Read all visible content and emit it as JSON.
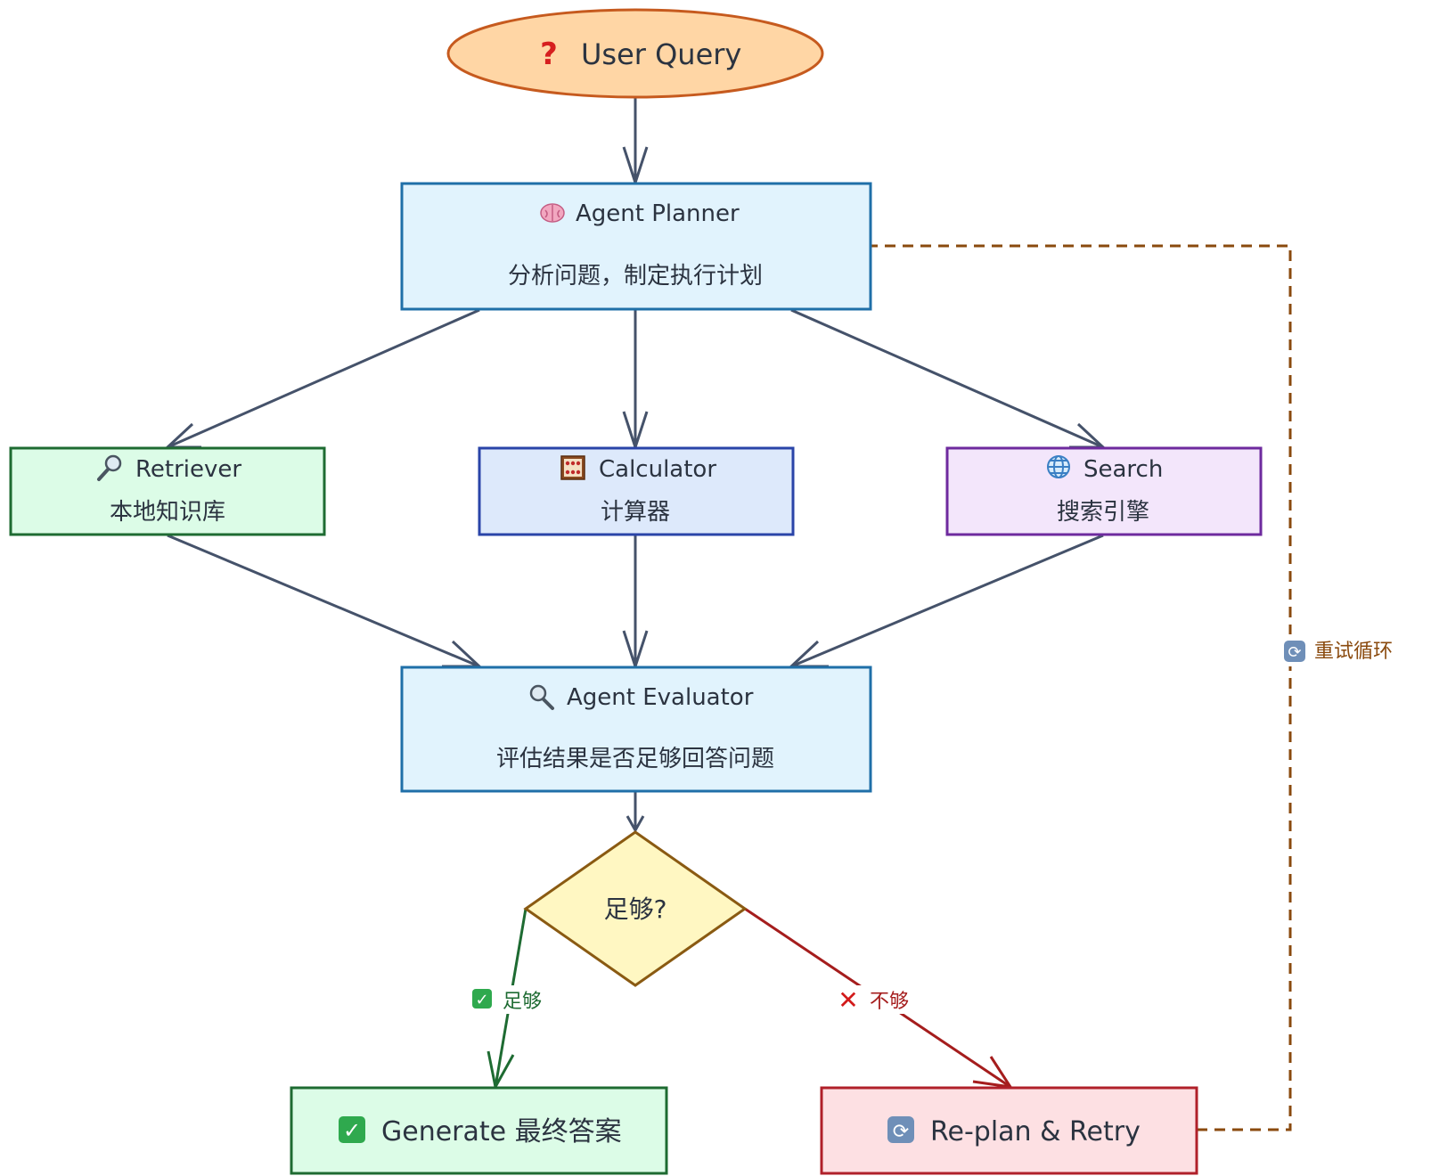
{
  "nodes": {
    "user_query": {
      "icon": "question-mark-icon",
      "icon_glyph": "?",
      "label": "User Query",
      "fill": "#ffd6a5",
      "stroke": "#c65a1e"
    },
    "planner": {
      "icon": "brain-icon",
      "title": "Agent Planner",
      "subtitle": "分析问题，制定执行计划",
      "fill": "#e1f3fd",
      "stroke": "#1f6fa8"
    },
    "retriever": {
      "icon": "magnifier-icon",
      "title": "Retriever",
      "subtitle": "本地知识库",
      "fill": "#dcfce7",
      "stroke": "#1e6b32"
    },
    "calculator": {
      "icon": "abacus-icon",
      "title": "Calculator",
      "subtitle": "计算器",
      "fill": "#dde9fb",
      "stroke": "#2a44a8"
    },
    "search": {
      "icon": "globe-icon",
      "title": "Search",
      "subtitle": "搜索引擎",
      "fill": "#f3e6fb",
      "stroke": "#6e2a9e"
    },
    "evaluator": {
      "icon": "search-icon",
      "title": "Agent Evaluator",
      "subtitle": "评估结果是否足够回答问题",
      "fill": "#e1f3fd",
      "stroke": "#1f6fa8"
    },
    "decision": {
      "label": "足够?",
      "fill": "#fff7c2",
      "stroke": "#8a5a12"
    },
    "generate": {
      "icon": "check-icon",
      "icon_glyph": "✓",
      "label": "Generate 最终答案",
      "fill": "#dcfce7",
      "stroke": "#1e6b32"
    },
    "replan": {
      "icon": "refresh-icon",
      "icon_glyph": "⟳",
      "label": "Re-plan & Retry",
      "fill": "#fde0e3",
      "stroke": "#b0202a"
    }
  },
  "edges": {
    "enough": {
      "icon": "check-icon",
      "icon_glyph": "✓",
      "label": "足够",
      "color": "#1e6b32"
    },
    "not_enough": {
      "icon": "cross-icon",
      "icon_glyph": "✕",
      "label": "不够",
      "color": "#a51d1d"
    },
    "retry_loop": {
      "icon": "refresh-icon",
      "icon_glyph": "⟳",
      "label": "重试循环",
      "color": "#8a4a0e"
    }
  },
  "colors": {
    "edge": "#45526a"
  }
}
